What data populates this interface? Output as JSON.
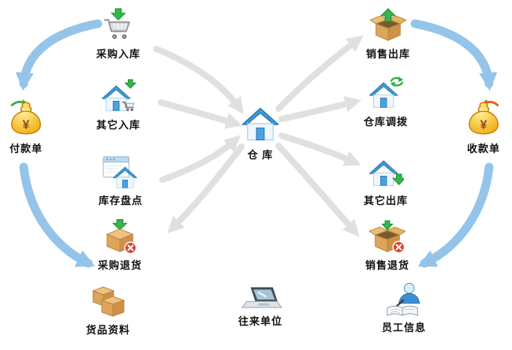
{
  "diagram": {
    "center": {
      "label": "仓 库",
      "icon": "blue-house-icon"
    },
    "left_column": [
      {
        "key": "purchase_in",
        "label": "采购入库",
        "icon": "cart-green-down-arrow-icon"
      },
      {
        "key": "other_in",
        "label": "其它入库",
        "icon": "house-with-cart-icon"
      },
      {
        "key": "stock_count",
        "label": "库存盘点",
        "icon": "window-with-house-icon"
      },
      {
        "key": "purchase_return",
        "label": "采购退货",
        "icon": "box-red-x-green-arrow-icon"
      }
    ],
    "right_column": [
      {
        "key": "sales_out",
        "label": "销售出库",
        "icon": "open-box-green-up-arrow-icon"
      },
      {
        "key": "transfer",
        "label": "仓库调拨",
        "icon": "house-transfer-arrows-icon"
      },
      {
        "key": "other_out",
        "label": "其它出库",
        "icon": "house-green-down-arrow-icon"
      },
      {
        "key": "sales_return",
        "label": "销售退货",
        "icon": "open-box-red-x-icon"
      }
    ],
    "sides": {
      "payment": {
        "label": "付款单",
        "icon": "gold-money-bag-green-arrow-icon"
      },
      "receipt": {
        "label": "收款单",
        "icon": "gold-money-bag-red-arrow-icon"
      }
    },
    "bottom_row": [
      {
        "key": "goods",
        "label": "货品资料",
        "icon": "stacked-boxes-icon"
      },
      {
        "key": "partners",
        "label": "往来单位",
        "icon": "laptop-icon"
      },
      {
        "key": "employee",
        "label": "员工信息",
        "icon": "person-writing-book-icon"
      }
    ]
  },
  "nodes": {
    "purchase_in": {
      "label": "采购入库"
    },
    "other_in": {
      "label": "其它入库"
    },
    "stock_count": {
      "label": "库存盘点"
    },
    "purchase_return": {
      "label": "采购退货"
    },
    "payment": {
      "label": "付款单"
    },
    "warehouse": {
      "label": "仓 库"
    },
    "sales_out": {
      "label": "销售出库"
    },
    "transfer": {
      "label": "仓库调拨"
    },
    "other_out": {
      "label": "其它出库"
    },
    "sales_return": {
      "label": "销售退货"
    },
    "receipt": {
      "label": "收款单"
    },
    "goods": {
      "label": "货品资料"
    },
    "partners": {
      "label": "往来单位"
    },
    "employee": {
      "label": "员工信息"
    }
  },
  "currency_symbol": "¥",
  "colors": {
    "accent_blue": "#4aa3e0",
    "roof_blue": "#3f9bd8",
    "arrow_gray": "#e0e0e0",
    "arrow_blue": "#8cc0e8",
    "green": "#35b54a",
    "red": "#e23d2e",
    "gold": "#f3b81c",
    "carton": "#dda55c"
  }
}
